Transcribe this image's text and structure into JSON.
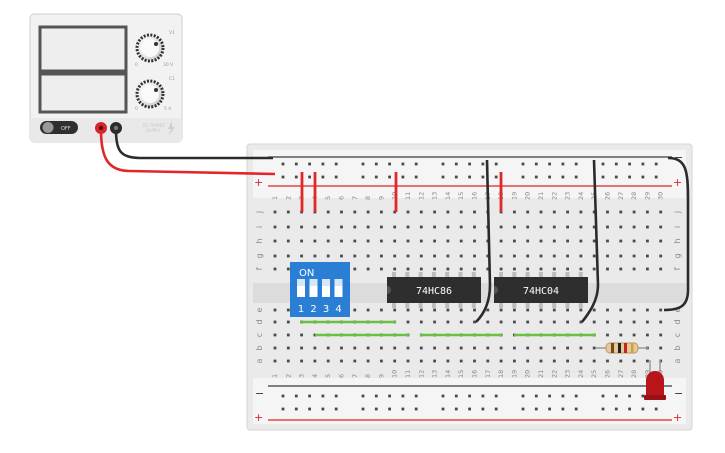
{
  "power_supply": {
    "voltage_knob_label": "V1",
    "voltage_knob_min": "0",
    "voltage_knob_max": "30 V",
    "current_knob_label": "C1",
    "current_knob_min": "0",
    "current_knob_max": "5 A",
    "switch_label": "OFF",
    "brand_label_line1": "DC POWER",
    "brand_label_line2": "SUPPLY"
  },
  "breadboard": {
    "rail_minus_symbol": "−",
    "rail_plus_symbol": "+",
    "column_numbers": [
      "1",
      "2",
      "3",
      "4",
      "5",
      "6",
      "7",
      "8",
      "9",
      "10",
      "11",
      "12",
      "13",
      "14",
      "15",
      "16",
      "17",
      "18",
      "19",
      "20",
      "21",
      "22",
      "23",
      "24",
      "25",
      "26",
      "27",
      "28",
      "29",
      "30"
    ],
    "top_row_letters": [
      "j",
      "i",
      "h",
      "g",
      "f"
    ],
    "bottom_row_letters": [
      "e",
      "d",
      "c",
      "b",
      "a"
    ]
  },
  "dip_switch": {
    "on_label": "ON",
    "switch_numbers": [
      "1",
      "2",
      "3",
      "4"
    ],
    "color": "#2a7fd4"
  },
  "chips": [
    {
      "label": "74HC86"
    },
    {
      "label": "74HC04"
    }
  ],
  "colors": {
    "wire_red": "#e0282b",
    "wire_black": "#2b2b2b",
    "wire_green": "#69c143",
    "rail_red": "#d9262c",
    "rail_dark": "#3a3a3a",
    "led_red": "#b8151b"
  }
}
